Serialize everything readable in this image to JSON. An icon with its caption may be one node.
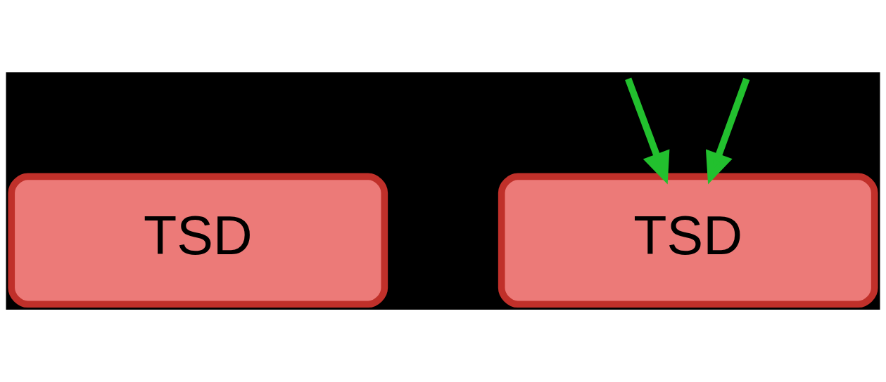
{
  "diagram": {
    "nodes": [
      {
        "text": [
          "TSD"
        ]
      },
      {
        "text": [
          "TSD"
        ]
      }
    ],
    "edges": [
      {
        "from": null,
        "to": 1,
        "arrow": "to"
      },
      {
        "from": null,
        "to": 1,
        "arrow": "to"
      }
    ]
  }
}
